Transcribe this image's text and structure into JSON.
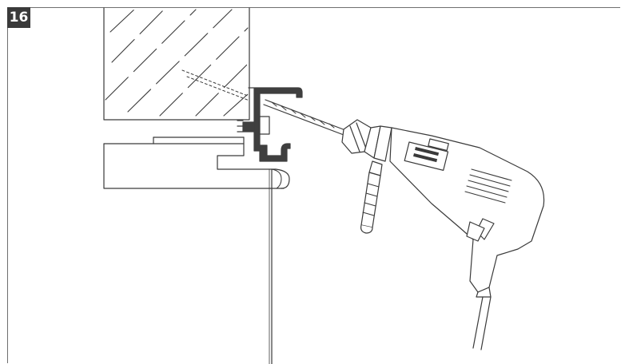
{
  "step": {
    "number": "16"
  },
  "colors": {
    "line": "#3a3a3a",
    "dark_part": "#3f3f3f",
    "badge_bg": "#3a3a3a",
    "background": "#ffffff"
  },
  "icons": [
    "wall-hatching",
    "mounting-bracket",
    "drill-bit",
    "power-drill"
  ]
}
